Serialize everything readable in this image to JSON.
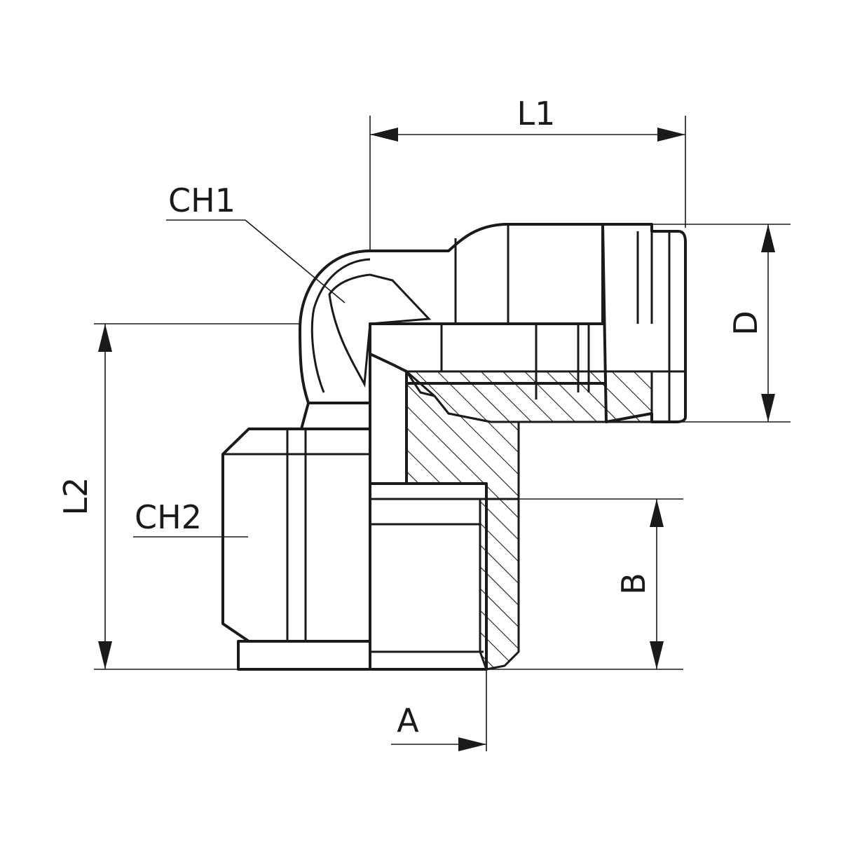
{
  "drawing": {
    "labels": {
      "l1": "L1",
      "l2": "L2",
      "d": "D",
      "b": "B",
      "a": "A",
      "ch1": "CH1",
      "ch2": "CH2"
    }
  }
}
